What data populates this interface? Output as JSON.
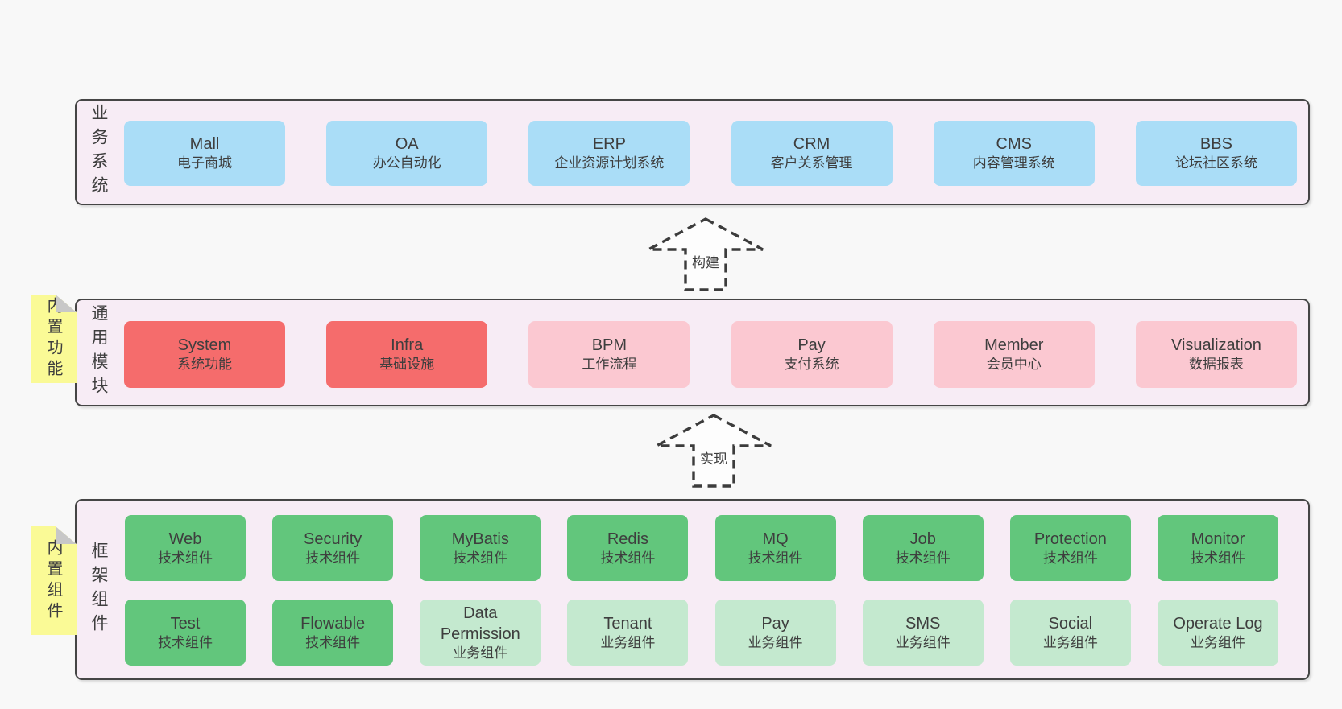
{
  "colors": {
    "page_bg": "#f8f8f8",
    "band_bg": "#f7ecf5",
    "band_border": "#454545",
    "blue": "#aaddf7",
    "red": "#f56c6c",
    "pink": "#fbc8d1",
    "green_dark": "#62c67c",
    "green_light": "#c4e9cf",
    "sticky_yellow": "#fafa96",
    "sticky_fold": "#c8c8c8",
    "text": "#3e3e3e"
  },
  "arrows": [
    {
      "label": "构建"
    },
    {
      "label": "实现"
    }
  ],
  "bands": [
    {
      "label": "业务系统",
      "rows": [
        [
          {
            "en": "Mall",
            "zh": "电子商城",
            "color": "blue"
          },
          {
            "en": "OA",
            "zh": "办公自动化",
            "color": "blue"
          },
          {
            "en": "ERP",
            "zh": "企业资源计划系统",
            "color": "blue"
          },
          {
            "en": "CRM",
            "zh": "客户关系管理",
            "color": "blue"
          },
          {
            "en": "CMS",
            "zh": "内容管理系统",
            "color": "blue"
          },
          {
            "en": "BBS",
            "zh": "论坛社区系统",
            "color": "blue"
          }
        ]
      ]
    },
    {
      "label": "通用模块",
      "sticky": "内置功能",
      "rows": [
        [
          {
            "en": "System",
            "zh": "系统功能",
            "color": "red"
          },
          {
            "en": "Infra",
            "zh": "基础设施",
            "color": "red"
          },
          {
            "en": "BPM",
            "zh": "工作流程",
            "color": "pink"
          },
          {
            "en": "Pay",
            "zh": "支付系统",
            "color": "pink"
          },
          {
            "en": "Member",
            "zh": "会员中心",
            "color": "pink"
          },
          {
            "en": "Visualization",
            "zh": "数据报表",
            "color": "pink"
          }
        ]
      ]
    },
    {
      "label": "框架组件",
      "sticky": "内置组件",
      "rows": [
        [
          {
            "en": "Web",
            "zh": "技术组件",
            "color": "green_dark"
          },
          {
            "en": "Security",
            "zh": "技术组件",
            "color": "green_dark"
          },
          {
            "en": "MyBatis",
            "zh": "技术组件",
            "color": "green_dark"
          },
          {
            "en": "Redis",
            "zh": "技术组件",
            "color": "green_dark"
          },
          {
            "en": "MQ",
            "zh": "技术组件",
            "color": "green_dark"
          },
          {
            "en": "Job",
            "zh": "技术组件",
            "color": "green_dark"
          },
          {
            "en": "Protection",
            "zh": "技术组件",
            "color": "green_dark"
          },
          {
            "en": "Monitor",
            "zh": "技术组件",
            "color": "green_dark"
          }
        ],
        [
          {
            "en": "Test",
            "zh": "技术组件",
            "color": "green_dark"
          },
          {
            "en": "Flowable",
            "zh": "技术组件",
            "color": "green_dark"
          },
          {
            "en": "Data Permission",
            "zh": "业务组件",
            "color": "green_light"
          },
          {
            "en": "Tenant",
            "zh": "业务组件",
            "color": "green_light"
          },
          {
            "en": "Pay",
            "zh": "业务组件",
            "color": "green_light"
          },
          {
            "en": "SMS",
            "zh": "业务组件",
            "color": "green_light"
          },
          {
            "en": "Social",
            "zh": "业务组件",
            "color": "green_light"
          },
          {
            "en": "Operate Log",
            "zh": "业务组件",
            "color": "green_light"
          }
        ]
      ]
    }
  ]
}
